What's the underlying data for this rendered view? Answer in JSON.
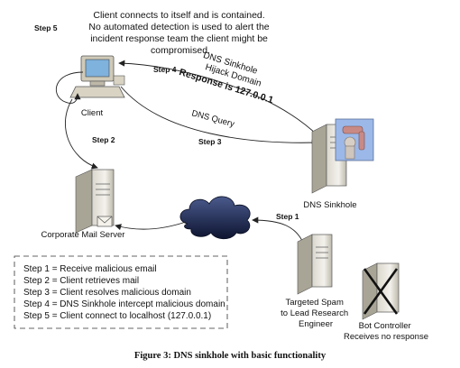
{
  "diagram": {
    "step5_label": "Step 5",
    "step5_desc": [
      "Client connects to itself and is contained.",
      "No automated detection is used to alert the",
      "incident response team the client might be",
      "compromised."
    ],
    "step4_label": "Step 4",
    "sinkhole_text": [
      "DNS Sinkhole",
      "Hijack Domain",
      "Response is 127.0.0.1"
    ],
    "dns_query_label": "DNS Query",
    "step3_label": "Step 3",
    "client_label": "Client",
    "step2_label": "Step 2",
    "dns_sinkhole_label": "DNS Sinkhole",
    "mail_server_label": "Corporate Mail Server",
    "step1_label": "Step 1",
    "spam_label": [
      "Targeted Spam",
      "to Lead Research",
      "Engineer"
    ],
    "bot_label": [
      "Bot Controller",
      "Receives no response"
    ]
  },
  "legend": {
    "lines": [
      "Step 1 = Receive malicious email",
      "Step 2 = Client retrieves mail",
      "Step 3 = Client resolves malicious domain",
      "Step 4 = DNS Sinkhole intercept malicious domain",
      "Step 5 = Client connect to localhost (127.0.0.1)"
    ]
  },
  "caption": "Figure 3: DNS sinkhole with basic functionality"
}
